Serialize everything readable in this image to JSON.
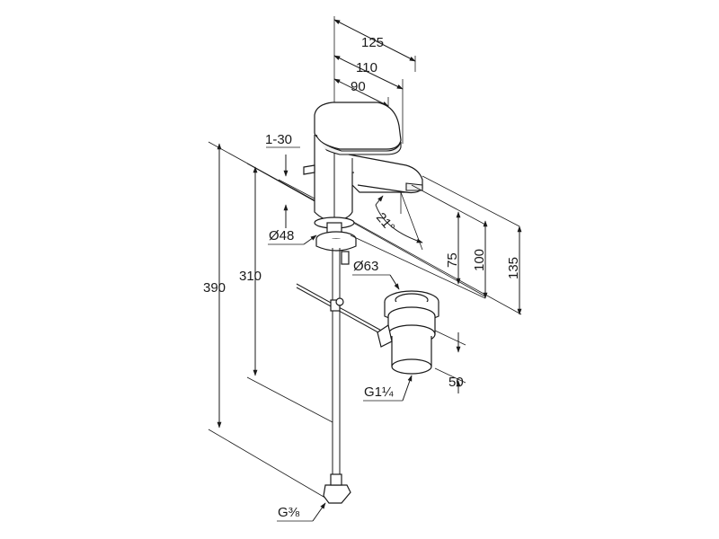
{
  "dimensions": {
    "width_125": "125",
    "width_110": "110",
    "width_90": "90",
    "travel_1_30": "1-30",
    "diameter_48": "Ø48",
    "diameter_63": "Ø63",
    "angle_21": "21°",
    "height_75": "75",
    "height_100": "100",
    "height_135": "135",
    "height_390": "390",
    "height_310": "310",
    "height_50": "50",
    "thread_g114": "G1¼",
    "thread_g38": "G⅜"
  }
}
